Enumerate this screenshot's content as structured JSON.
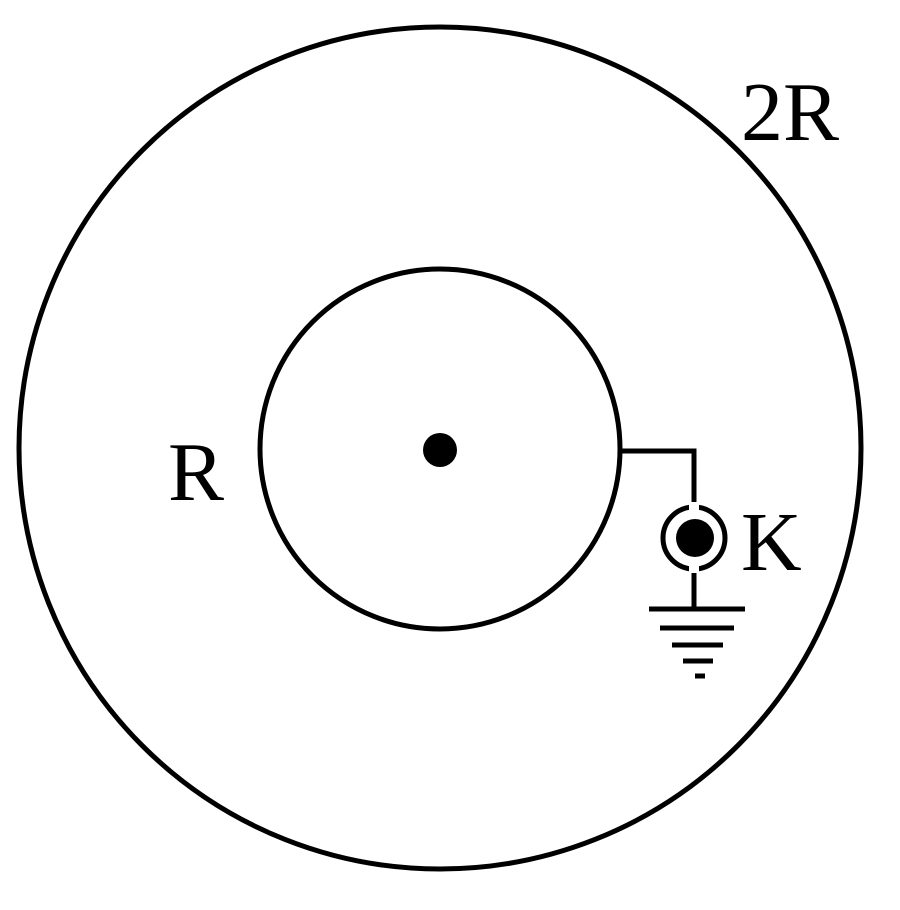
{
  "labels": {
    "outer_radius": "2R",
    "inner_radius": "R",
    "switch": "K"
  },
  "colors": {
    "stroke": "#000000",
    "background": "#ffffff"
  }
}
